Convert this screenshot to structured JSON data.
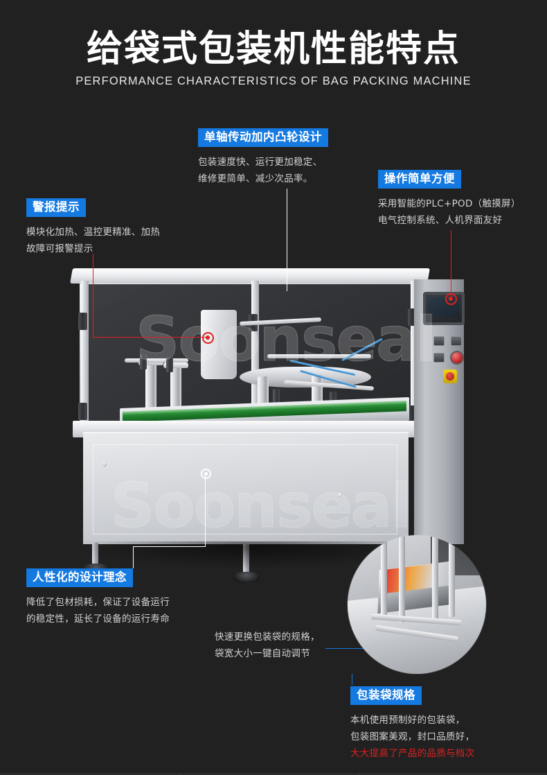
{
  "header": {
    "title_cn": "给袋式包装机性能特点",
    "title_en": "PERFORMANCE CHARACTERISTICS OF BAG PACKING MACHINE"
  },
  "colors": {
    "background": "#212121",
    "badge_blue": "#1479e0",
    "accent_red": "#e02222",
    "body_text": "#d2d2d2",
    "belt_green": "#1f7f2c"
  },
  "watermark": {
    "text": "Soonseal"
  },
  "callouts": {
    "alarm": {
      "badge": "警报提示",
      "line1": "模块化加热、温控更精准、加热",
      "line2": "故障可报警提示"
    },
    "drive": {
      "badge": "单轴传动加内凸轮设计",
      "line1": "包装速度快、运行更加稳定、",
      "line2": "维修更简单、减少次品率。"
    },
    "operation": {
      "badge": "操作简单方便",
      "line1": "采用智能的PLC+POD（触摸屏）",
      "line2": "电气控制系统、人机界面友好"
    },
    "design": {
      "badge": "人性化的设计理念",
      "line1": "降低了包材损耗，保证了设备运行",
      "line2": "的稳定性，延长了设备的运行寿命"
    },
    "bagchange": {
      "line1": "快速更换包装袋的规格，",
      "line2": "袋宽大小一键自动调节"
    },
    "bagspec": {
      "badge": "包装袋规格",
      "line1": "本机使用预制好的包装袋，",
      "line2": "包装图案美观，封口品质好，",
      "line3": "大大提高了产品的品质与档次"
    }
  }
}
